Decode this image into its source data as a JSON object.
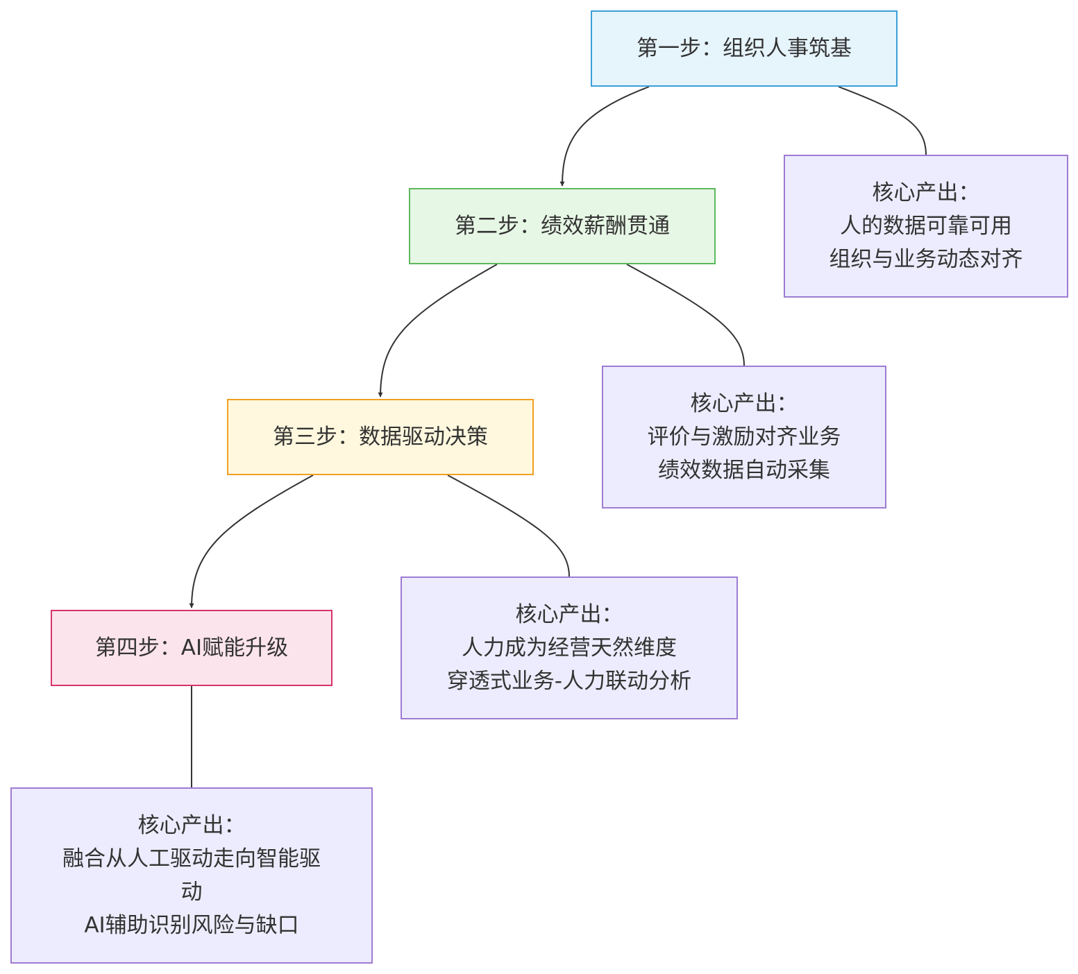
{
  "steps": [
    {
      "id": "step-1",
      "label": "第一步：组织人事筑基",
      "fill": "#e6f4fc",
      "stroke": "#3a9fd9"
    },
    {
      "id": "step-2",
      "label": "第二步：绩效薪酬贯通",
      "fill": "#e7f7e5",
      "stroke": "#5cb85c"
    },
    {
      "id": "step-3",
      "label": "第三步：数据驱动决策",
      "fill": "#fff8de",
      "stroke": "#f0a020"
    },
    {
      "id": "step-4",
      "label": "第四步：AI赋能升级",
      "fill": "#fce4ec",
      "stroke": "#d6336c"
    }
  ],
  "outputs": [
    {
      "id": "output-1",
      "title": "核心产出：",
      "lines": [
        "人的数据可靠可用",
        "组织与业务动态对齐"
      ]
    },
    {
      "id": "output-2",
      "title": "核心产出：",
      "lines": [
        "评价与激励对齐业务",
        "绩效数据自动采集"
      ]
    },
    {
      "id": "output-3",
      "title": "核心产出：",
      "lines": [
        "人力成为经营天然维度",
        "穿透式业务-人力联动分析"
      ]
    },
    {
      "id": "output-4",
      "title": "核心产出：",
      "lines": [
        "融合从人工驱动走向智能驱",
        "动",
        "AI辅助识别风险与缺口"
      ]
    }
  ],
  "colors": {
    "output_fill": "#ececfe",
    "output_stroke": "#9e7bd2",
    "edge": "#333333"
  }
}
